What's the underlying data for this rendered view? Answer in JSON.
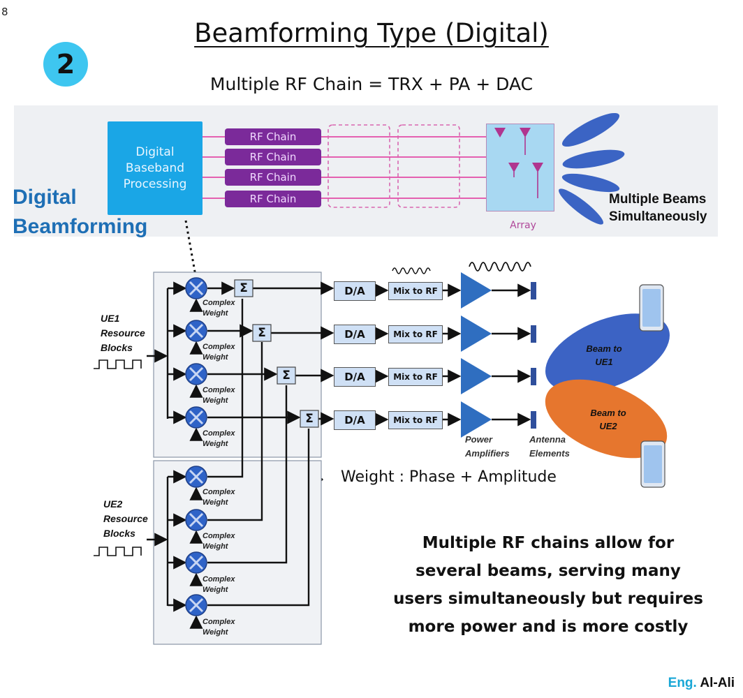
{
  "page_number": "8",
  "title": "Beamforming Type (Digital)",
  "badge": "2",
  "subtitle": "Multiple RF Chain = TRX + PA + DAC",
  "top_diagram": {
    "baseband": "Digital Baseband Processing",
    "rf_chains": [
      "RF Chain",
      "RF Chain",
      "RF Chain",
      "RF Chain"
    ],
    "array_label": "Array",
    "beams_label_1": "Multiple Beams",
    "beams_label_2": "Simultaneously",
    "section_label_1": "Digital",
    "section_label_2": "Beamforming",
    "colors": {
      "baseband": "#1aa6e6",
      "rf_chain": "#7b2a9a",
      "lines": "#e0309a",
      "beams": "#3b64c4"
    }
  },
  "bottom_diagram": {
    "ue1_label": [
      "UE1",
      "Resource",
      "Blocks"
    ],
    "ue2_label": [
      "UE2",
      "Resource",
      "Blocks"
    ],
    "complex_weight": [
      "Complex",
      "Weight"
    ],
    "sum_symbol": "Σ",
    "da_label": "D/A",
    "mix_label": "Mix to RF",
    "pa_label": [
      "Power",
      "Amplifiers"
    ],
    "ae_label": [
      "Antenna",
      "Elements"
    ],
    "beam_ue1": [
      "Beam to",
      "UE1"
    ],
    "beam_ue2": [
      "Beam to",
      "UE2"
    ],
    "colors": {
      "multiplier": "#2f63c7",
      "amplifier": "#2f6ec0",
      "beam_ue1": "#3c63c4",
      "beam_ue2": "#e6762e"
    }
  },
  "weight_note": "Weight : Phase + Amplitude",
  "summary_lines": [
    "Multiple RF chains allow for",
    "several beams, serving many",
    "users simultaneously but requires",
    "more power and is more costly"
  ],
  "author": {
    "prefix": "Eng.",
    "name": "Al-Ali"
  }
}
